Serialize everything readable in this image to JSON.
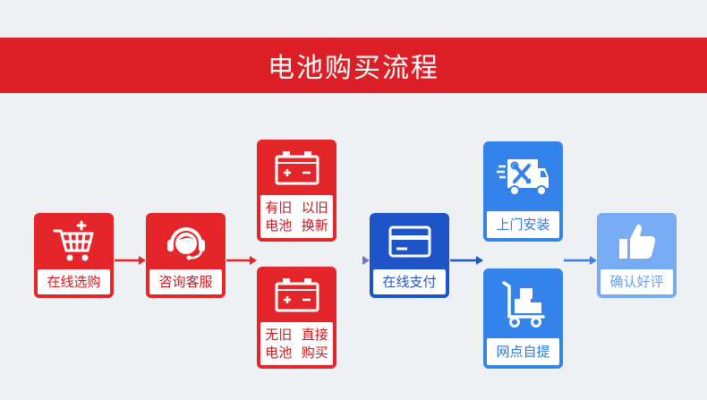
{
  "title": "电池购买流程",
  "steps": {
    "select": {
      "label": "在线选购",
      "icon": "shopping-cart-icon"
    },
    "consult": {
      "label": "咨询客服",
      "icon": "headset-icon"
    },
    "trade_in": {
      "line1": "有旧电池",
      "line2": "以旧换新",
      "icon": "battery-icon"
    },
    "direct": {
      "line1": "无旧电池",
      "line2": "直接购买",
      "icon": "battery-icon"
    },
    "pay": {
      "label": "在线支付",
      "icon": "card-icon"
    },
    "install": {
      "label": "上门安装",
      "icon": "service-truck-icon"
    },
    "pickup": {
      "label": "网点自提",
      "icon": "hand-cart-icon"
    },
    "review": {
      "label": "确认好评",
      "icon": "thumbs-up-icon"
    }
  },
  "colors": {
    "banner": "#dc1f26",
    "red": "#e4262b",
    "navy": "#1d54c8",
    "blue": "#3383ea",
    "light_blue": "#77abf3",
    "background": "#eff0f4"
  }
}
